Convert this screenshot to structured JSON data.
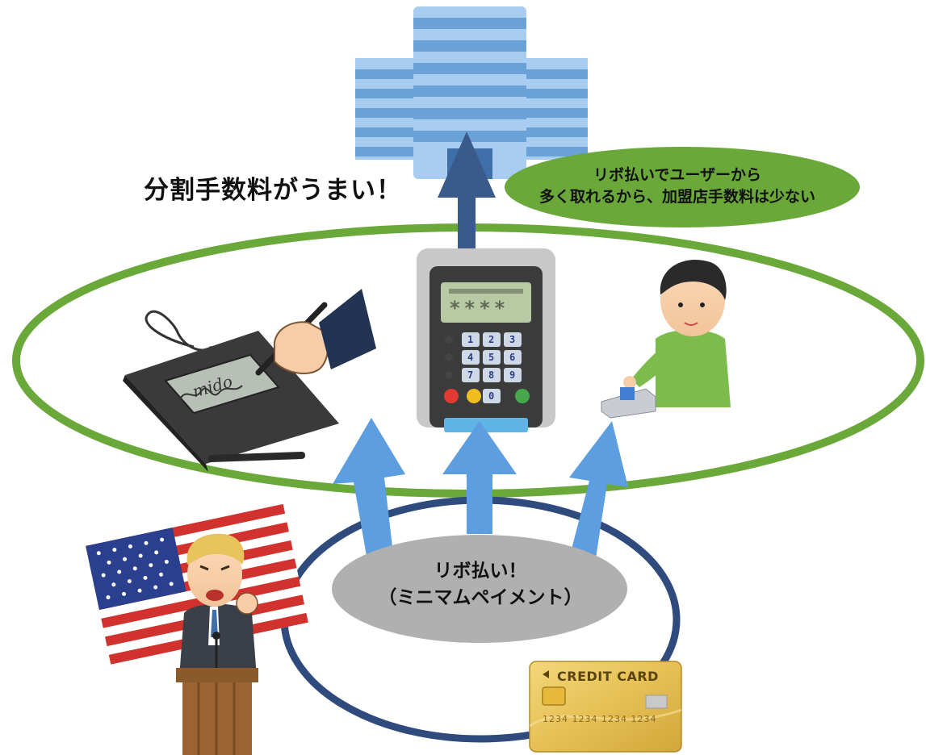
{
  "headline": "分割手数料がうまい！",
  "speech_bubble": {
    "line1": "リボ払いでユーザーから",
    "line2": "多く取れるから、加盟店手数料は少ない"
  },
  "center_label": {
    "line1": "リボ払い！",
    "line2": "（ミニマムペイメント）"
  },
  "terminal": {
    "display": "****",
    "keys": [
      "1",
      "2",
      "3",
      "4",
      "5",
      "6",
      "7",
      "8",
      "9",
      "0"
    ]
  },
  "credit_card": {
    "label": "CREDIT CARD",
    "number": "1234 1234 1234 1234"
  },
  "signature_text": "mido",
  "colors": {
    "inner_ring": "#2f4a7d",
    "outer_ring": "#6aa83a",
    "bank_arrow": "#3a5a8c",
    "blue_arrows": "#5c9ee0",
    "building_dark": "#6aa2d8",
    "building_light": "#a9cdf0",
    "speech_bubble": "#6aa83a",
    "center_bubble": "#b0b0b0"
  }
}
